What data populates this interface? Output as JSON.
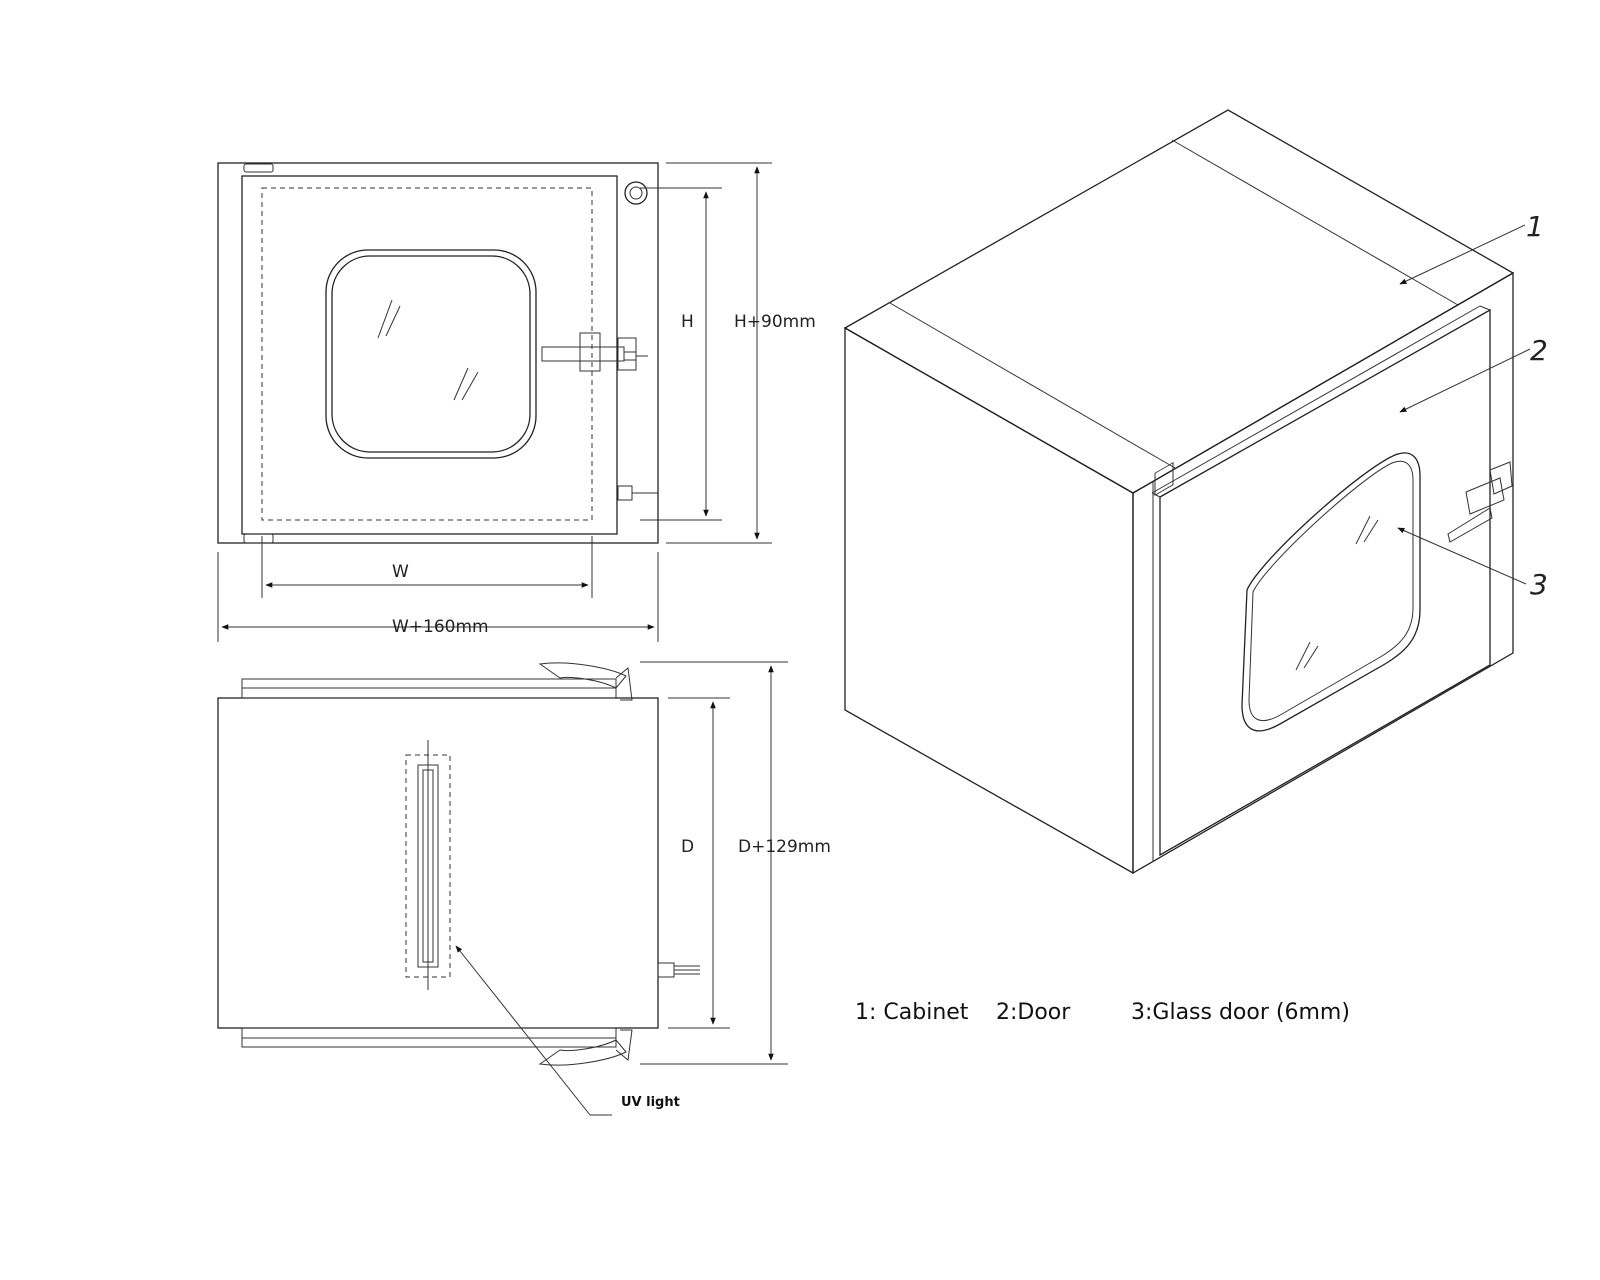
{
  "front_view": {
    "inner_height_label": "H",
    "outer_height_label": "H+90mm",
    "inner_width_label": "W",
    "outer_width_label": "W+160mm"
  },
  "side_view": {
    "inner_depth_label": "D",
    "outer_depth_label": "D+129mm",
    "uv_light_label": "UV light"
  },
  "iso_view": {
    "callouts": [
      "1",
      "2",
      "3"
    ]
  },
  "legend": {
    "cabinet": "1: Cabinet",
    "door": "2:Door",
    "glass": "3:Glass door (6mm)"
  }
}
